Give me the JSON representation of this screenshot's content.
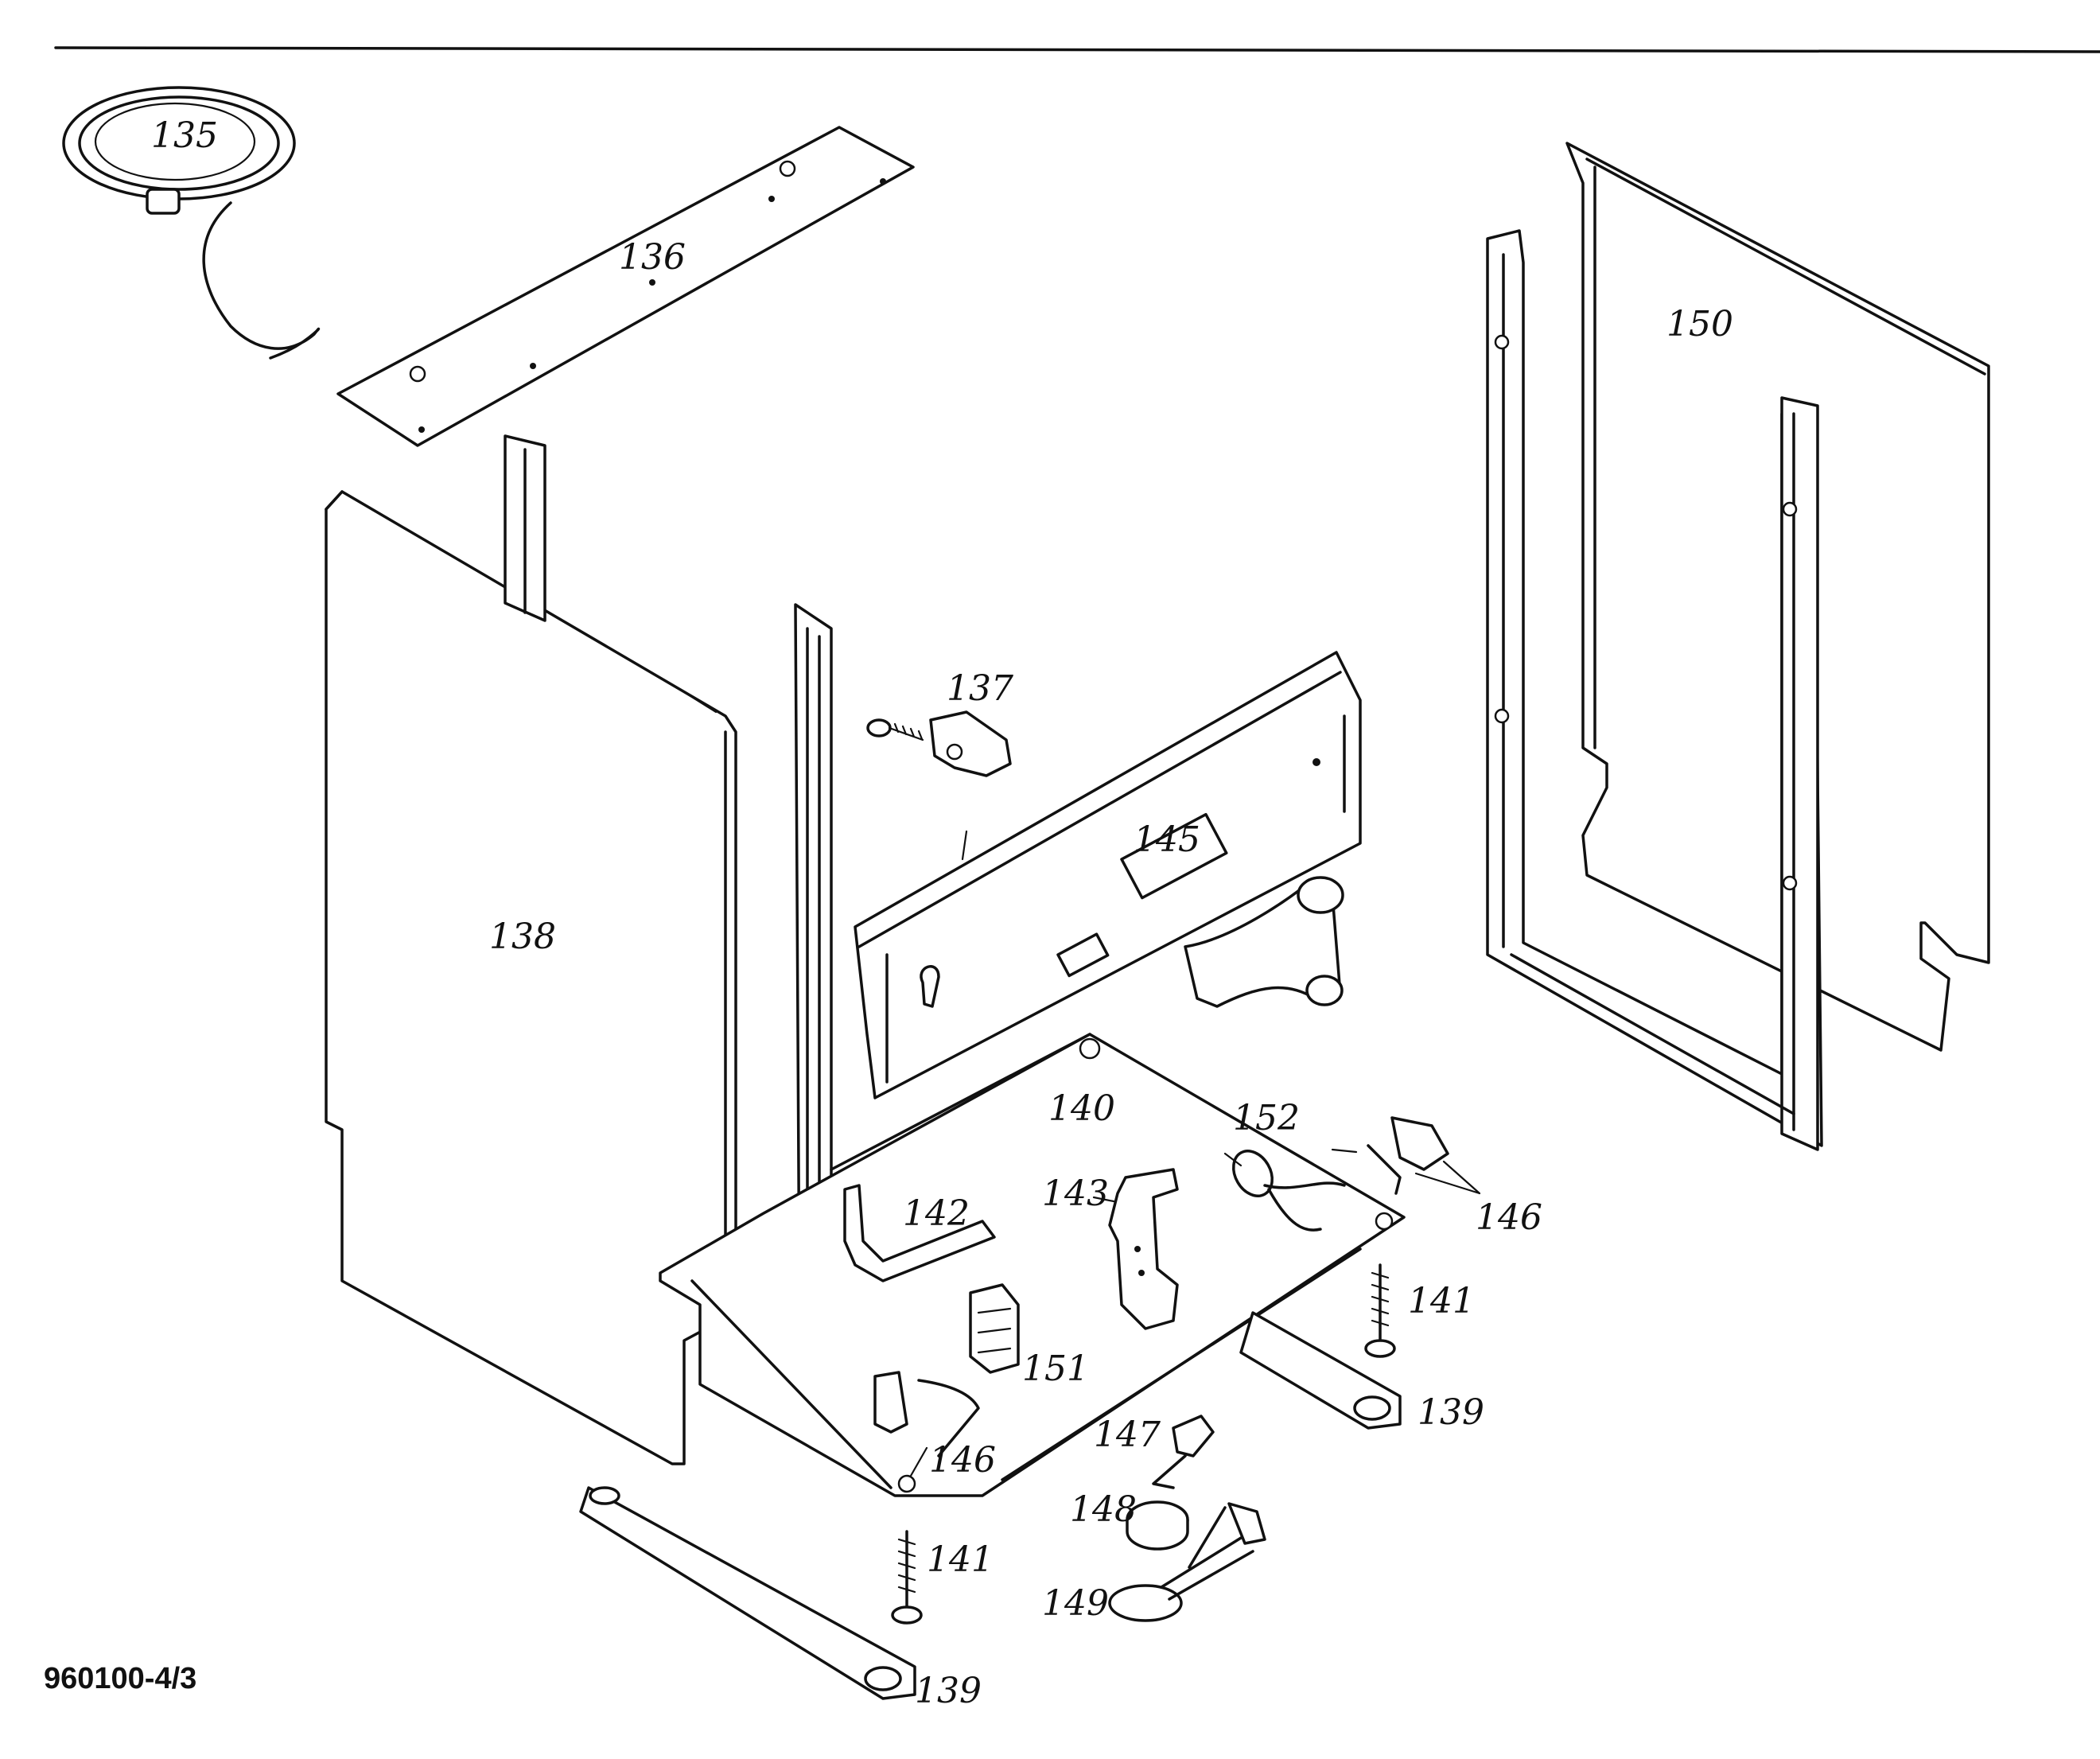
{
  "drawing_code": "960100-4/3",
  "labels": {
    "p135": "135",
    "p136": "136",
    "p137": "137",
    "p138": "138",
    "p139a": "139",
    "p139b": "139",
    "p140": "140",
    "p141a": "141",
    "p141b": "141",
    "p142": "142",
    "p143": "143",
    "p145": "145",
    "p146a": "146",
    "p146b": "146",
    "p147": "147",
    "p148": "148",
    "p149": "149",
    "p150": "150",
    "p151": "151",
    "p152": "152"
  }
}
